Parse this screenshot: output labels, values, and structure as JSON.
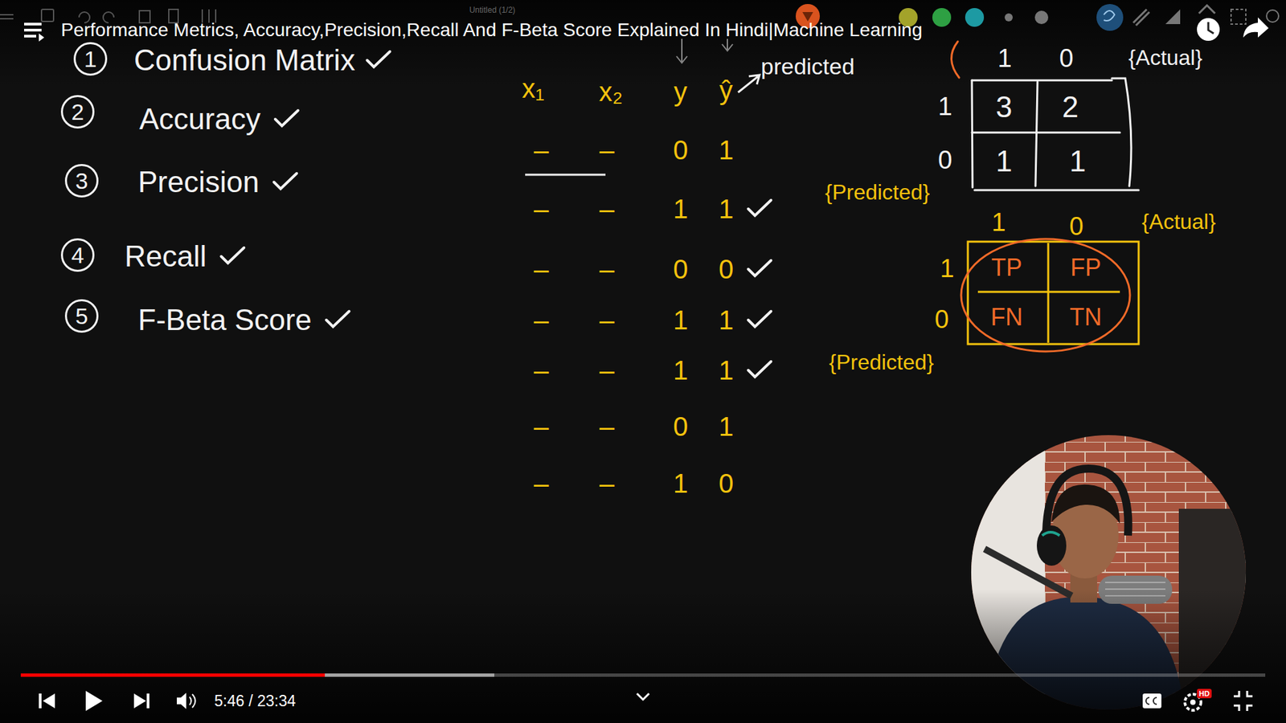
{
  "diagram": {
    "title": "Performance Metrics, Accuracy,Precision,Recall And F-Beta Score Explained In Hindi|Machine Learning",
    "nodes": [
      {
        "text": [
          "1"
        ]
      },
      {
        "text": [
          "2"
        ]
      },
      {
        "text": [
          "3"
        ]
      },
      {
        "text": [
          "4"
        ]
      },
      {
        "text": [
          "5"
        ]
      }
    ],
    "labels": [
      "Untitled (1/2)",
      "Confusion Matrix",
      "Accuracy",
      "Precision",
      "Recall",
      "F-Beta Score",
      "x₁",
      "x₂",
      "y",
      "ŷ",
      "predicted",
      "–",
      "–",
      "0",
      "1",
      "–",
      "–",
      "1",
      "1",
      "–",
      "–",
      "0",
      "0",
      "–",
      "–",
      "1",
      "1",
      "–",
      "–",
      "1",
      "1",
      "–",
      "–",
      "0",
      "1",
      "–",
      "–",
      "1",
      "0",
      "1",
      "0",
      "{Actual}",
      "1",
      "3",
      "2",
      "0",
      "1",
      "1",
      "{Predicted}",
      "1",
      "0",
      "{Actual}",
      "1",
      "TP",
      "FP",
      "0",
      "FN",
      "TN",
      "{Predicted}",
      "5:46 / 23:34",
      "HD"
    ]
  }
}
